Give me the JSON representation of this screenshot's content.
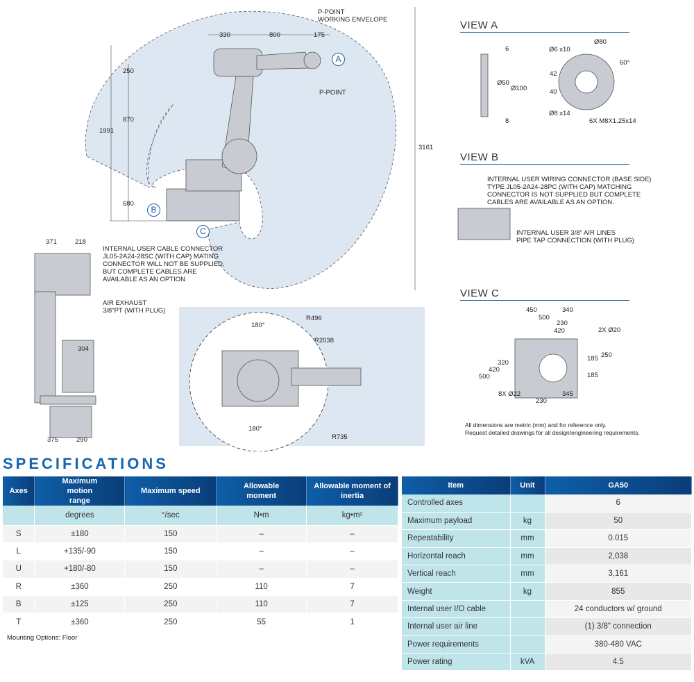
{
  "side_view": {
    "envelope_label_1": "P-POINT",
    "envelope_label_2": "WORKING ENVELOPE",
    "p_point": "P-POINT",
    "dims": {
      "d330": "330",
      "d800": "800",
      "d175": "175",
      "d250": "250",
      "d870": "870",
      "d1991": "1991",
      "d680": "680",
      "d3161": "3161"
    },
    "callouts": {
      "a": "A",
      "b": "B",
      "c": "C"
    }
  },
  "rear_view": {
    "dims": {
      "d371": "371",
      "d218": "218",
      "d304": "304",
      "d375": "375",
      "d290": "290"
    },
    "cable_note": [
      "INTERNAL USER CABLE CONNECTOR",
      "JL05-2A24-28SC (WITH CAP) MATING",
      "CONNECTOR WILL NOT BE SUPPLIED,",
      "BUT COMPLETE CABLES ARE",
      "AVAILABLE AS AN OPTION"
    ],
    "air_note": [
      "AIR EXHAUST",
      "3/8\"PT (WITH PLUG)"
    ]
  },
  "top_view": {
    "r496": "R496",
    "r2038": "R2038",
    "r735": "R735",
    "a180_top": "180°",
    "a180_bottom": "180°"
  },
  "view_a": {
    "title": "VIEW A",
    "d6": "6",
    "d8": "8",
    "d50": "Ø50",
    "d100": "Ø100",
    "d6x10": "Ø6 x10",
    "d80": "Ø80",
    "a60": "60°",
    "d42": "42",
    "d40": "40",
    "d8x14": "Ø8 x14",
    "m8": "6X M8X1.25x14"
  },
  "view_b": {
    "title": "VIEW B",
    "note1": [
      "INTERNAL USER WIRING CONNECTOR (BASE SIDE)",
      "TYPE JL05-2A24-28PC (WITH CAP) MATCHING",
      "CONNECTOR IS NOT SUPPLIED BUT COMPLETE",
      "CABLES ARE AVAILABLE AS AN OPTION."
    ],
    "note2": [
      "INTERNAL USER 3/8\" AIR LINES",
      "PIPE TAP CONNECTION (WITH PLUG)"
    ]
  },
  "view_c": {
    "title": "VIEW C",
    "d450": "450",
    "d340": "340",
    "d500t": "500",
    "d230t": "230",
    "d420t": "420",
    "d2x20": "2X Ø20",
    "d320": "320",
    "d420": "420",
    "d500": "500",
    "d185a": "185",
    "d250": "250",
    "d185b": "185",
    "d8x22": "8X Ø22",
    "d230": "230",
    "d345": "345"
  },
  "disclaimer": [
    "All dimensions are metric (mm) and for reference only.",
    "Request detailed drawings for all design/engineering requirements."
  ],
  "specs": {
    "title": "SPECIFICATIONS",
    "axes_table": {
      "headers": [
        "Axes",
        "Maximum motion range",
        "Maximum speed",
        "Allowable moment",
        "Allowable moment of inertia"
      ],
      "units": [
        "",
        "degrees",
        "°/sec",
        "N•m",
        "kg•m²"
      ],
      "rows": [
        [
          "S",
          "±180",
          "150",
          "–",
          "–"
        ],
        [
          "L",
          "+135/-90",
          "150",
          "–",
          "–"
        ],
        [
          "U",
          "+180/-80",
          "150",
          "–",
          "–"
        ],
        [
          "R",
          "±360",
          "250",
          "110",
          "7"
        ],
        [
          "B",
          "±125",
          "250",
          "110",
          "7"
        ],
        [
          "T",
          "±360",
          "250",
          "55",
          "1"
        ]
      ]
    },
    "mounting": "Mounting Options: Floor",
    "item_table": {
      "headers": [
        "Item",
        "Unit",
        "GA50"
      ],
      "rows": [
        [
          "Controlled axes",
          "",
          "6"
        ],
        [
          "Maximum payload",
          "kg",
          "50"
        ],
        [
          "Repeatability",
          "mm",
          "0.015"
        ],
        [
          "Horizontal reach",
          "mm",
          "2,038"
        ],
        [
          "Vertical reach",
          "mm",
          "3,161"
        ],
        [
          "Weight",
          "kg",
          "855"
        ],
        [
          "Internal user I/O cable",
          "",
          "24 conductors w/ ground"
        ],
        [
          "Internal user air line",
          "",
          "(1) 3/8\" connection"
        ],
        [
          "Power requirements",
          "",
          "380-480 VAC"
        ],
        [
          "Power rating",
          "kVA",
          "4.5"
        ]
      ]
    }
  }
}
